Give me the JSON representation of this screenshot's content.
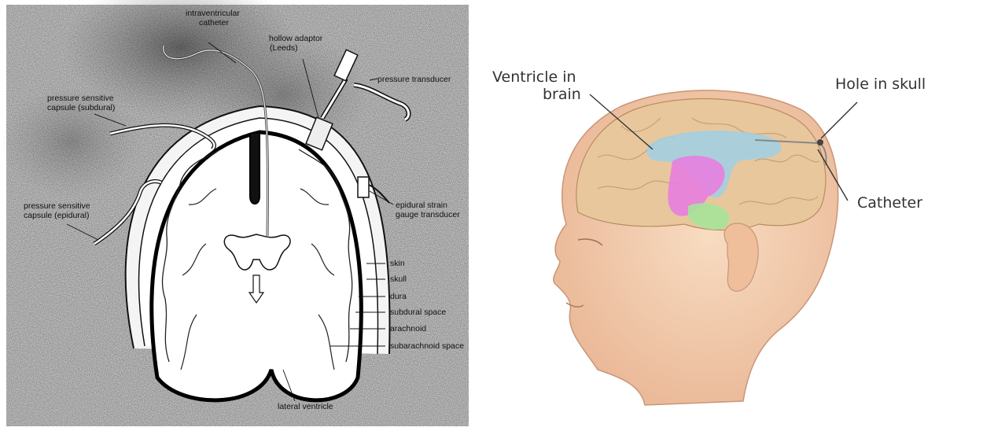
{
  "left_diagram": {
    "labels": {
      "intraventricular_catheter": [
        "intraventricular",
        "catheter"
      ],
      "hollow_adaptor": [
        "hollow adaptor",
        "(Leeds)"
      ],
      "pressure_transducer": "pressure transducer",
      "capsule_subdural": [
        "pressure sensitive",
        "capsule (subdural)"
      ],
      "capsule_epidural": [
        "pressure sensitive",
        "capsule (epidural)"
      ],
      "epidural_strain_gauge": [
        "epidural strain",
        "gauge transducer"
      ],
      "skin": "skin",
      "skull": "skull",
      "dura": "dura",
      "subdural_space": "subdural space",
      "arachnoid": "arachnoid",
      "subarachnoid_space": "subarachnoid space",
      "lateral_ventricle": "lateral ventricle"
    }
  },
  "right_diagram": {
    "labels": {
      "ventricle_in_brain": [
        "Ventricle in",
        "brain"
      ],
      "hole_in_skull": "Hole in skull",
      "catheter": "Catheter"
    },
    "colors": {
      "skin": "#f4d2b5",
      "brain": "#e8c79c",
      "ventricle": "#9fd0e6",
      "thalamus": "#e77ee0",
      "brainstem": "#a6e39a"
    }
  }
}
